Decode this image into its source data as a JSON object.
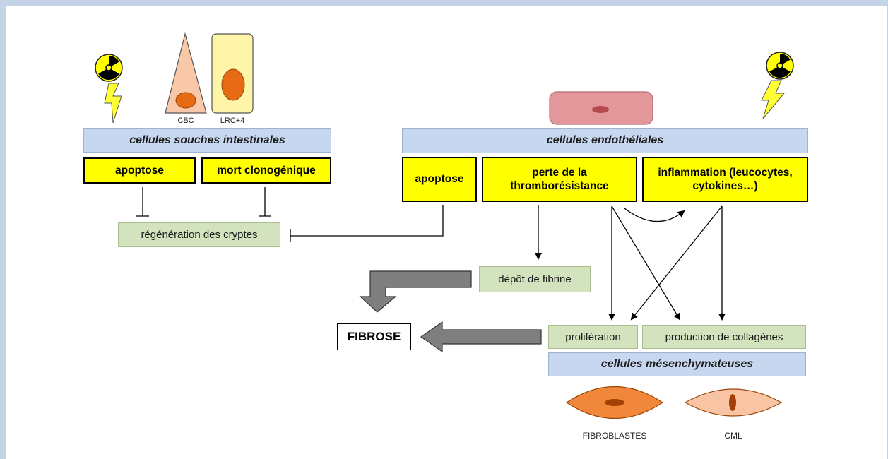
{
  "left": {
    "cbc_label": "CBC",
    "lrc_label": "LRC+4",
    "header": "cellules souches intestinales",
    "box_apoptose": "apoptose",
    "box_mort": "mort clonogénique",
    "regeneration": "régénération des cryptes"
  },
  "right": {
    "header": "cellules endothéliales",
    "box_apoptose": "apoptose",
    "box_perte": "perte de la thromborésistance",
    "box_inflammation": "inflammation (leucocytes, cytokines…)",
    "depot": "dépôt de fibrine",
    "proliferation": "prolifération",
    "collagenes": "production de collagènes",
    "mesenchymal_header": "cellules mésenchymateuses",
    "fibroblastes_label": "FIBROBLASTES",
    "cml_label": "CML"
  },
  "outcome": {
    "fibrose": "FIBROSE"
  },
  "colors": {
    "header_blue": "#c6d7ef",
    "box_yellow": "#ffff00",
    "box_green": "#d3e3bd",
    "arrow_gray": "#7f7f7f",
    "cell_orange": "#f0873a",
    "endothelial_pink": "#e4959a"
  },
  "icons": [
    "radiation-icon",
    "lightning-icon"
  ]
}
